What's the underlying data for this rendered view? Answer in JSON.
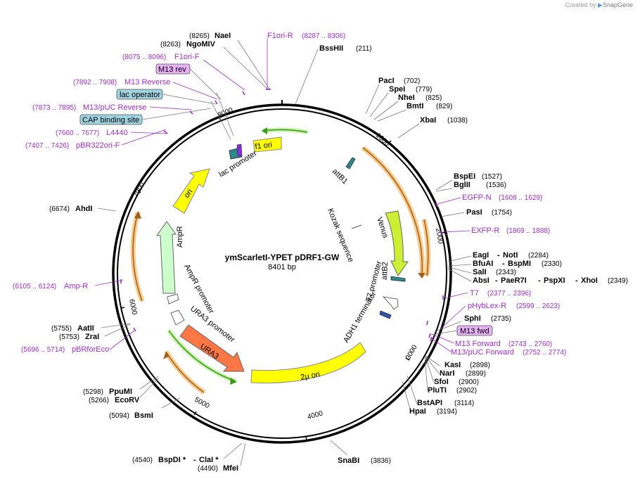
{
  "credit": {
    "prefix": "Created by",
    "brand": "SnapGene"
  },
  "plasmid": {
    "name": "ymScarletI-YPET pDRF1-GW",
    "length": "8401 bp"
  },
  "ticks": [
    "1000",
    "2000",
    "3000",
    "4000",
    "5000",
    "6000",
    "7000",
    "8000"
  ],
  "sites": [
    {
      "name": "NaeI",
      "pos": "(8265)"
    },
    {
      "name": "NgoMIV",
      "pos": "(8263)"
    },
    {
      "name": "BssHII",
      "pos": "(211)"
    },
    {
      "name": "PacI",
      "pos": "(702)"
    },
    {
      "name": "SpeI",
      "pos": "(779)"
    },
    {
      "name": "NheI",
      "pos": "(825)"
    },
    {
      "name": "BmtI",
      "pos": "(829)"
    },
    {
      "name": "XbaI",
      "pos": "(1038)"
    },
    {
      "name": "BspEI",
      "pos": "(1527)"
    },
    {
      "name": "BglII",
      "pos": "(1536)"
    },
    {
      "name": "PasI",
      "pos": "(1754)"
    },
    {
      "name": "EagI",
      "sep": "-",
      "name2": "NotI",
      "pos": "(2284)"
    },
    {
      "name": "BfuAI",
      "sep": "-",
      "name2": "BspMI",
      "pos": "(2330)"
    },
    {
      "name": "SalI",
      "pos": "(2343)"
    },
    {
      "name": "AbsI",
      "sep": "-",
      "name2": "PaeR7I",
      "sep2": "-",
      "name3": "PspXI",
      "sep3": "-",
      "name4": "XhoI",
      "pos": "(2349)"
    },
    {
      "name": "SphI",
      "pos": "(2735)"
    },
    {
      "name": "KasI",
      "pos": "(2898)"
    },
    {
      "name": "NarI",
      "pos": "(2899)"
    },
    {
      "name": "SfoI",
      "pos": "(2900)"
    },
    {
      "name": "PluTI",
      "pos": "(2902)"
    },
    {
      "name": "BstAPI",
      "pos": "(3114)"
    },
    {
      "name": "HpaI",
      "pos": "(3194)"
    },
    {
      "name": "SnaBI",
      "pos": "(3836)"
    },
    {
      "name": "BspDI *",
      "sep": "-",
      "name2": "ClaI *",
      "pos": "(4540)"
    },
    {
      "name": "MfeI",
      "pos": "(4490)"
    },
    {
      "name": "BsmI",
      "pos": "(5094)"
    },
    {
      "name": "PpuMI",
      "pos": "(5298)"
    },
    {
      "name": "EcoRV",
      "pos": "(5266)"
    },
    {
      "name": "AatII",
      "pos": "(5755)"
    },
    {
      "name": "ZraI",
      "pos": "(5753)"
    },
    {
      "name": "AhdI",
      "pos": "(6674)"
    }
  ],
  "primers": [
    {
      "name": "F1ori-R",
      "pos": "(8287 .. 8306)"
    },
    {
      "name": "F1ori-F",
      "pos": "(8075 .. 8096)"
    },
    {
      "name": "M13 Reverse",
      "pos": "(7892 .. 7908)"
    },
    {
      "name": "M13/pUC Reverse",
      "pos": "(7873 .. 7895)"
    },
    {
      "name": "L4440",
      "pos": "(7660 .. 7677)"
    },
    {
      "name": "pBR322ori-F",
      "pos": "(7407 .. 7426)"
    },
    {
      "name": "Amp-R",
      "pos": "(6105 .. 6124)"
    },
    {
      "name": "pBRforEco",
      "pos": "(5696 .. 5714)"
    },
    {
      "name": "EGFP-N",
      "pos": "(1608 .. 1629)"
    },
    {
      "name": "EXFP-R",
      "pos": "(1869 .. 1888)"
    },
    {
      "name": "T7",
      "pos": "(2377 .. 2396)"
    },
    {
      "name": "pHybLex-R",
      "pos": "(2599 .. 2623)"
    },
    {
      "name": "M13 Forward",
      "pos": "(2743 .. 2760)"
    },
    {
      "name": "M13/pUC Forward",
      "pos": "(2752 .. 2774)"
    }
  ],
  "boxes": {
    "m13rev": "M13 rev",
    "lacop": "lac operator",
    "cap": "CAP binding site",
    "m13fwd": "M13 fwd"
  },
  "features": {
    "f1ori": "f1 ori",
    "lacpromoter": "lac promoter",
    "ori": "ori",
    "ampr": "AmpR",
    "amprpromoter": "AmpR promoter",
    "ura3promoter": "URA3 promoter",
    "ura3": "URA3",
    "twomu": "2μ ori",
    "adh1": "ADH1 terminator",
    "t7promoter": "T7 promoter",
    "attb2": "attB2",
    "venus": "Venus",
    "kozak": "Kozak sequence",
    "attb1": "attB1"
  },
  "colors": {
    "primer": "#9b2fbf",
    "ori": "#ffff00",
    "ampr": "#ccffcc",
    "ura3": "#ff7744",
    "venus": "#ccee33",
    "box": "#9fd3e0",
    "m13box": "#e6b0f5"
  }
}
